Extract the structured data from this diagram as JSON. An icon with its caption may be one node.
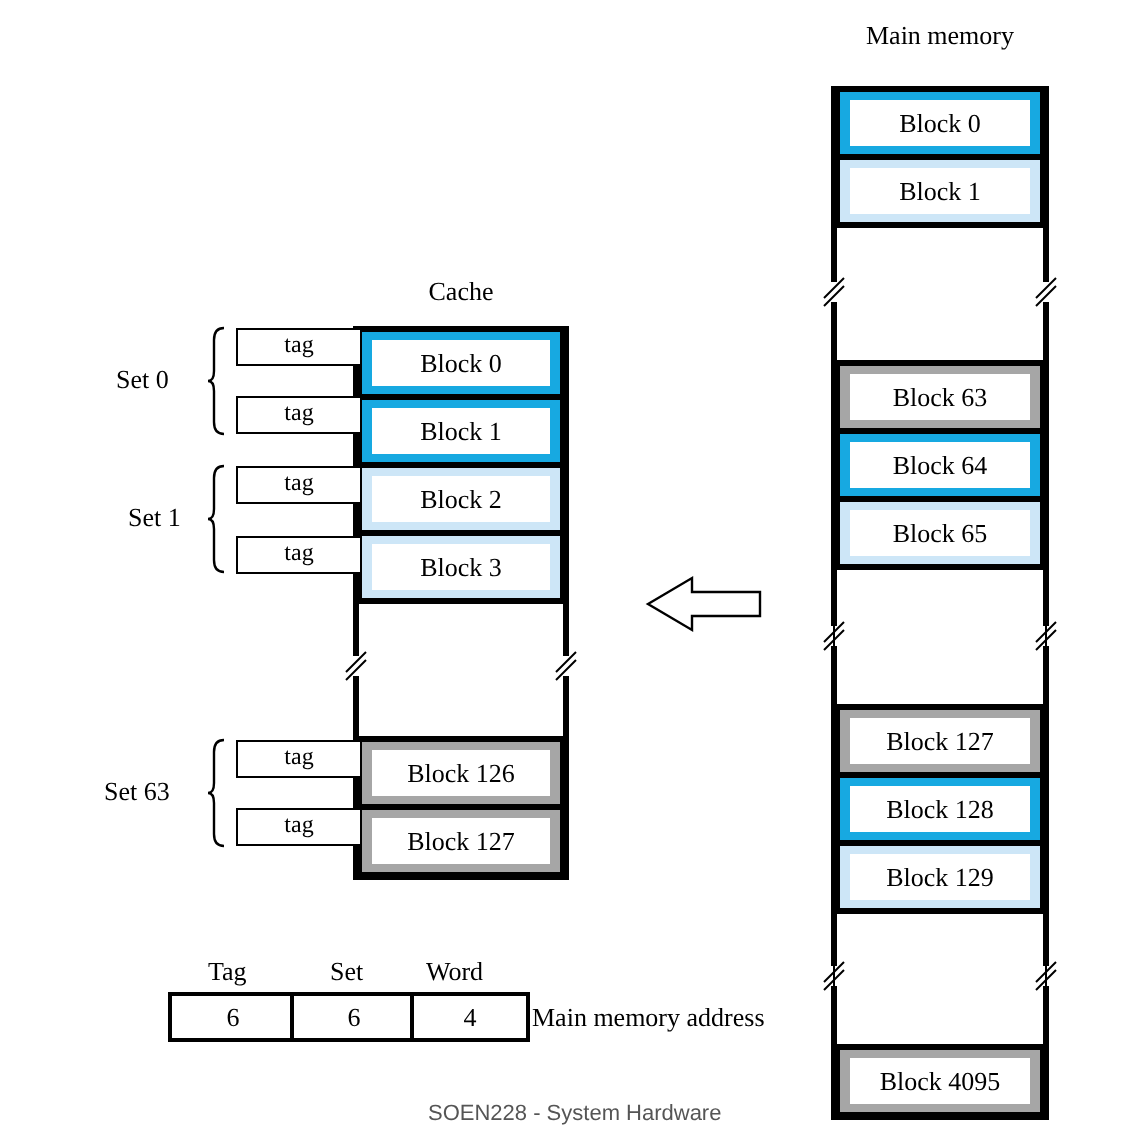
{
  "diagram": {
    "nodes": [
      {
        "text": [
          "Cache"
        ]
      },
      {
        "text": [
          "Block 0"
        ],
        "in": 0
      },
      {
        "text": [
          "Block 1"
        ],
        "in": 0
      },
      {
        "text": [
          "Block 2"
        ],
        "in": 0
      },
      {
        "text": [
          "Block 3"
        ],
        "in": 0
      },
      {
        "text": [
          "Block 126"
        ],
        "in": 0
      },
      {
        "text": [
          "Block 127"
        ],
        "in": 0
      },
      {
        "text": [
          "tag"
        ]
      },
      {
        "text": [
          "tag"
        ]
      },
      {
        "text": [
          "tag"
        ]
      },
      {
        "text": [
          "tag"
        ]
      },
      {
        "text": [
          "tag"
        ]
      },
      {
        "text": [
          "tag"
        ]
      },
      {
        "text": [
          "Main memory"
        ]
      },
      {
        "text": [
          "Block 0"
        ],
        "in": 13
      },
      {
        "text": [
          "Block 1"
        ],
        "in": 13
      },
      {
        "text": [
          "Block 63"
        ],
        "in": 13
      },
      {
        "text": [
          "Block 64"
        ],
        "in": 13
      },
      {
        "text": [
          "Block 65"
        ],
        "in": 13
      },
      {
        "text": [
          "Block 127"
        ],
        "in": 13
      },
      {
        "text": [
          "Block 128"
        ],
        "in": 13
      },
      {
        "text": [
          "Block 129"
        ],
        "in": 13
      },
      {
        "text": [
          "Block 4095"
        ],
        "in": 13
      }
    ],
    "edges": [
      {
        "from": 13,
        "to": 0,
        "arrow": "to"
      }
    ],
    "labels": [
      "Set 0",
      "Set 1",
      "Set 63",
      "Tag",
      "Set",
      "Word",
      "6",
      "6",
      "4",
      "Main memory address",
      "SOEN228 - System Hardware"
    ]
  }
}
